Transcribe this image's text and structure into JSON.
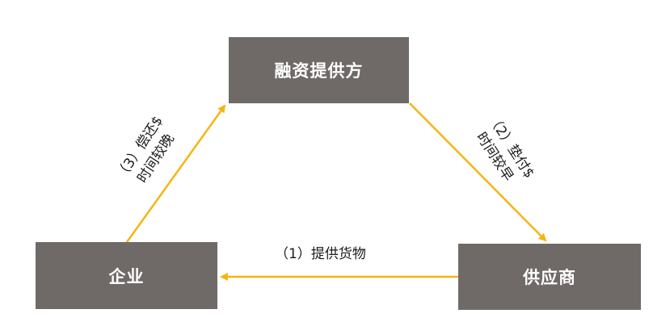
{
  "nodes": {
    "top": "融资提供方",
    "left": "企业",
    "right": "供应商"
  },
  "edges": {
    "supply_goods": "（1）提供货物",
    "advance_line1": "（2）垫付$",
    "advance_line2": "时间较早",
    "repay_line1": "（3）偿还$",
    "repay_line2": "时间较晚"
  },
  "colors": {
    "node_fill": "#6f6a68",
    "node_text": "#ffffff",
    "arrow": "#f5b511",
    "label_text": "#1a1a1a"
  }
}
